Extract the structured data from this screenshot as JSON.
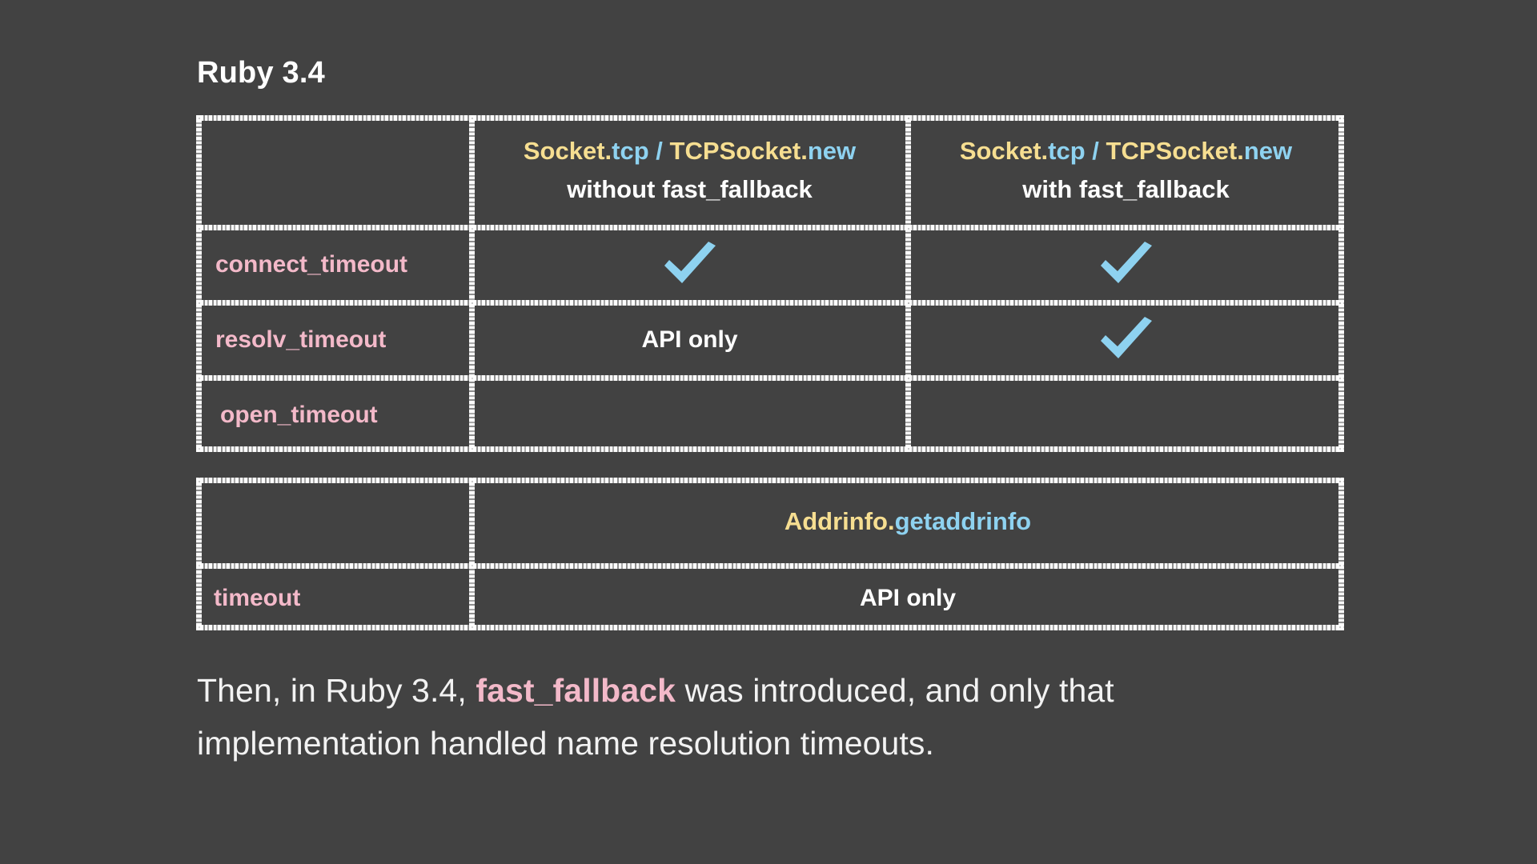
{
  "slide": {
    "title": "Ruby 3.4",
    "background_color": "#424242"
  },
  "colors": {
    "accent_yellow": "#f6de91",
    "accent_blue": "#8ed2f0",
    "accent_pink": "#f3b9c9",
    "text_white": "#ffffff",
    "border_white": "#ffffff"
  },
  "table_main": {
    "name": "socket-timeout-support-table",
    "columns": [
      {
        "id": "row-label-col",
        "header_parts": []
      },
      {
        "id": "without-fast-fallback",
        "header_parts": [
          {
            "text": "Socket",
            "color": "yellow"
          },
          {
            "text": ".",
            "color": "yellow"
          },
          {
            "text": "tcp",
            "color": "blue"
          },
          {
            "text": " / ",
            "color": "blue"
          },
          {
            "text": "TCPSocket",
            "color": "yellow"
          },
          {
            "text": ".",
            "color": "yellow"
          },
          {
            "text": "new",
            "color": "blue"
          }
        ],
        "header_sub": "without fast_fallback"
      },
      {
        "id": "with-fast-fallback",
        "header_parts": [
          {
            "text": "Socket",
            "color": "yellow"
          },
          {
            "text": ".",
            "color": "yellow"
          },
          {
            "text": "tcp",
            "color": "blue"
          },
          {
            "text": " / ",
            "color": "blue"
          },
          {
            "text": "TCPSocket",
            "color": "yellow"
          },
          {
            "text": ".",
            "color": "yellow"
          },
          {
            "text": "new",
            "color": "blue"
          }
        ],
        "header_sub": "with fast_fallback"
      }
    ],
    "rows": [
      {
        "label": "connect_timeout",
        "cells": [
          {
            "type": "check",
            "value": "checkmark"
          },
          {
            "type": "check",
            "value": "checkmark"
          }
        ]
      },
      {
        "label": "resolv_timeout",
        "cells": [
          {
            "type": "text",
            "value": "API only"
          },
          {
            "type": "check",
            "value": "checkmark"
          }
        ]
      },
      {
        "label": "open_timeout",
        "cells": [
          {
            "type": "empty",
            "value": ""
          },
          {
            "type": "empty",
            "value": ""
          }
        ]
      }
    ]
  },
  "table_addrinfo": {
    "name": "addrinfo-timeout-table",
    "header_parts": [
      {
        "text": "Addrinfo",
        "color": "yellow"
      },
      {
        "text": ".",
        "color": "yellow"
      },
      {
        "text": "getaddrinfo",
        "color": "blue"
      }
    ],
    "rows": [
      {
        "label": "timeout",
        "cell": {
          "type": "text",
          "value": "API only"
        }
      }
    ]
  },
  "caption": {
    "line1_before": "Then, in Ruby 3.4, ",
    "line1_highlight": "fast_fallback",
    "line1_after": " was introduced, and only that",
    "line2": "implementation handled name resolution timeouts."
  }
}
